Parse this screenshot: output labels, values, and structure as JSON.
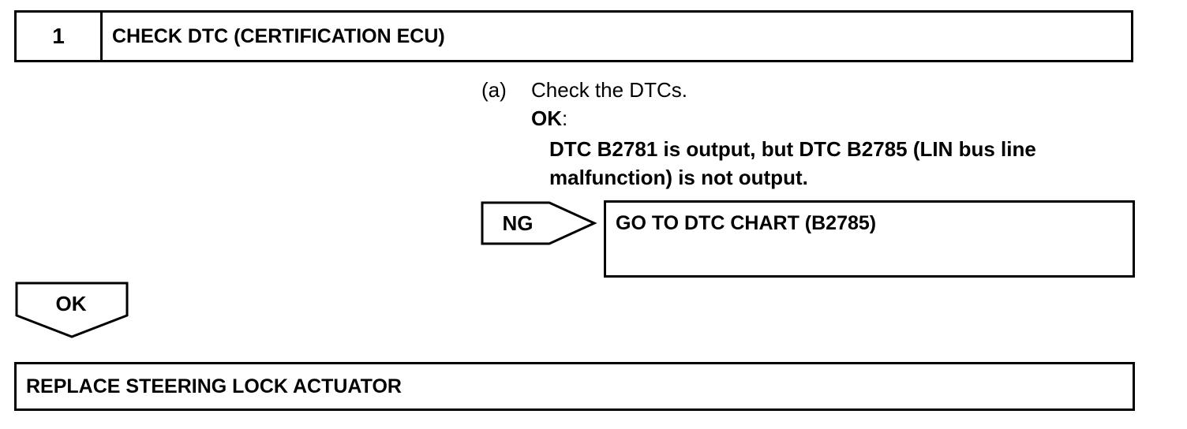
{
  "step": {
    "number": "1",
    "title": "CHECK DTC (CERTIFICATION ECU)"
  },
  "instruction": {
    "marker": "(a)",
    "text": "Check the DTCs.",
    "ok_label": "OK",
    "ok_colon": ":",
    "criteria": "DTC B2781 is output, but DTC B2785 (LIN bus line malfunction) is not output."
  },
  "ng_branch": {
    "label": "NG",
    "action": "GO TO DTC CHART (B2785)"
  },
  "ok_branch": {
    "label": "OK"
  },
  "final_action": "REPLACE STEERING LOCK ACTUATOR"
}
